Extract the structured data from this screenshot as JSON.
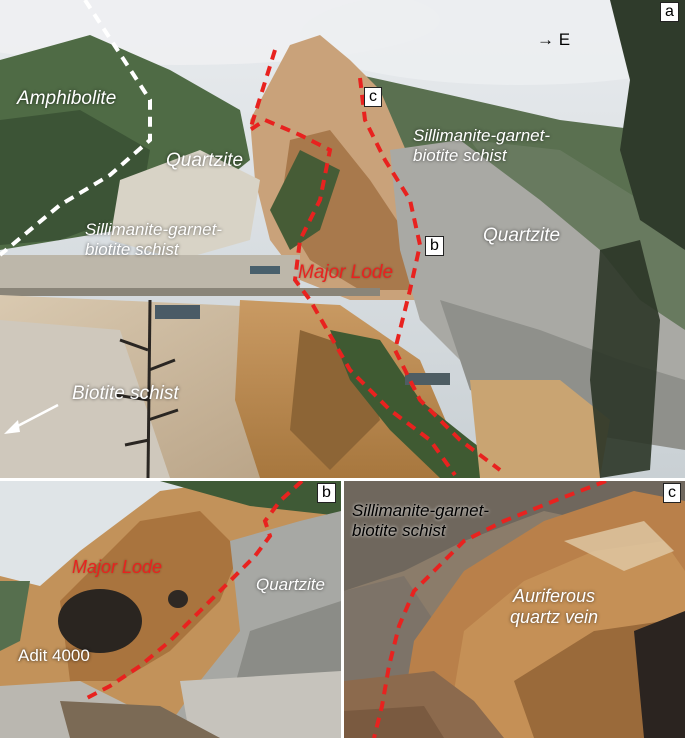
{
  "panel_a": {
    "letter": "a",
    "direction": "→ E",
    "labels": {
      "amphibolite": "Amphibolite",
      "quartzite_left": "Quartzite",
      "schist_left": "Sillimanite-garnet-\nbiotite schist",
      "schist_right": "Sillimanite-garnet-\nbiotite schist",
      "quartzite_right": "Quartzite",
      "major_lode": "Major Lode",
      "biotite_schist": "Biotite schist"
    },
    "callouts": {
      "c": "c",
      "b": "b"
    }
  },
  "panel_b": {
    "letter": "b",
    "labels": {
      "major_lode": "Major Lode",
      "quartzite": "Quartzite",
      "adit": "Adit 4000"
    }
  },
  "panel_c": {
    "letter": "c",
    "labels": {
      "schist": "Sillimanite-garnet-\nbiotite schist",
      "vein": "Auriferous\nquartz vein"
    }
  },
  "colors": {
    "contact_white": "#ffffff",
    "contact_red": "#e8221f",
    "sky": "#dfe3e6",
    "vegetation": "#3f5a3a",
    "rock_orange": "#b98b5a"
  }
}
